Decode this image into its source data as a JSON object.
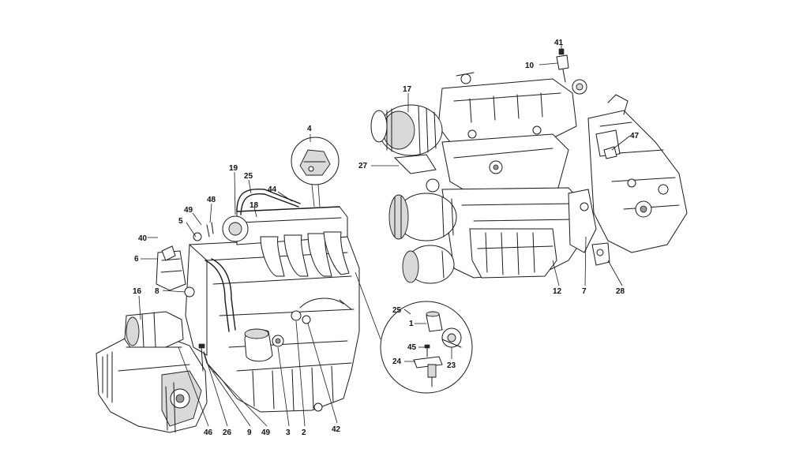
{
  "diagram": {
    "background": "#ffffff",
    "line_color": "#1a1a1a",
    "callouts": {
      "c41": "41",
      "c10": "10",
      "c17": "17",
      "c47": "47",
      "c27": "27",
      "c12": "12",
      "c7": "7",
      "c28": "28",
      "c4": "4",
      "c19": "19",
      "c25a": "25",
      "c44": "44",
      "c48": "48",
      "c18": "18",
      "c49a": "49",
      "c5": "5",
      "c40": "40",
      "c6": "6",
      "c8": "8",
      "c16": "16",
      "c25b": "25",
      "c1": "1",
      "c45": "45",
      "c24": "24",
      "c23": "23",
      "c46": "46",
      "c26": "26",
      "c9": "9",
      "c49b": "49",
      "c3": "3",
      "c2": "2",
      "c42": "42"
    }
  }
}
